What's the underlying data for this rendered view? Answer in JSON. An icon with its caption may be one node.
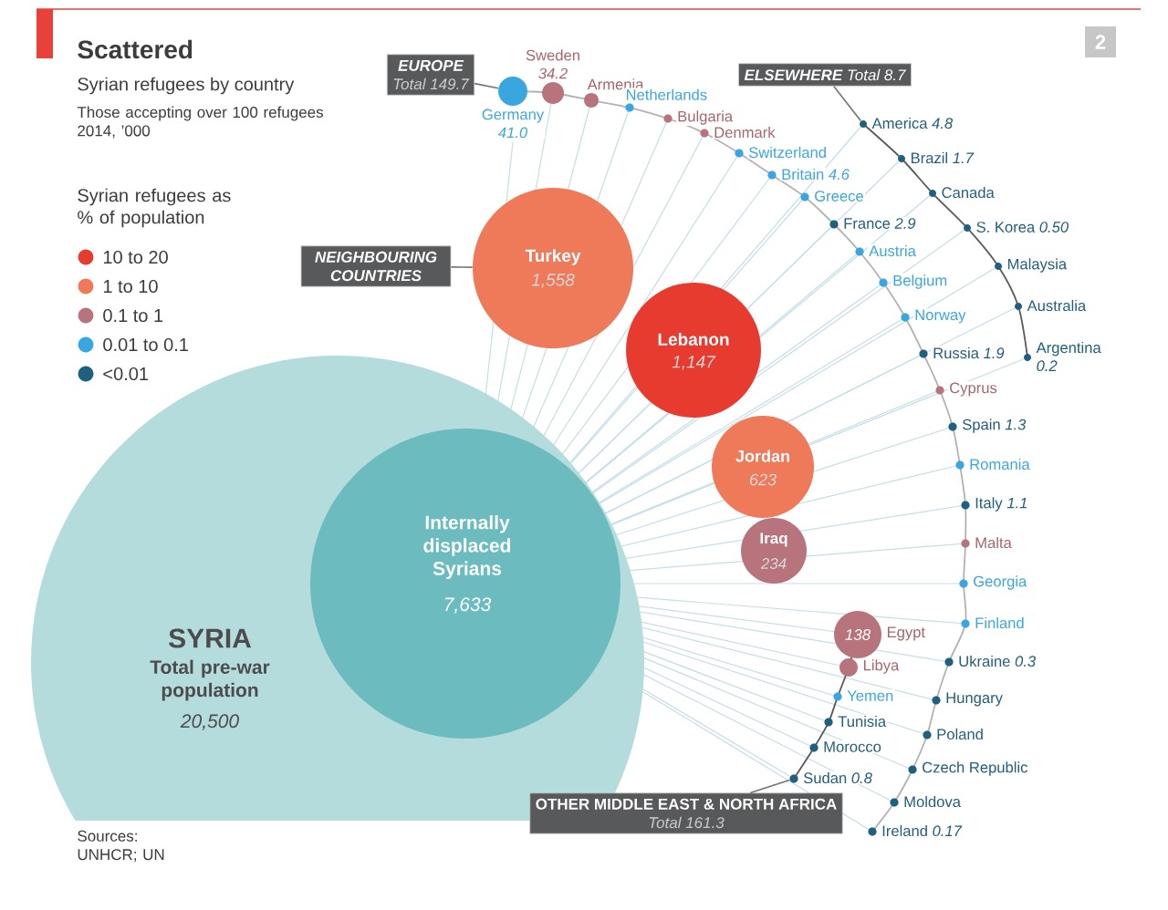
{
  "diagram": {
    "title": "Scattered",
    "nodes": [
      {
        "text": [
          "SYRIA",
          "Total pre-war population",
          "20,500"
        ]
      },
      {
        "text": [
          "Internally displaced Syrians",
          "7,633"
        ],
        "in": 0
      },
      {
        "text": [
          "EUROPE",
          "Total 149.7"
        ]
      },
      {
        "text": [
          "NEIGHBOURING COUNTRIES"
        ]
      },
      {
        "text": [
          "**ELSEWHERE** Total 8.7"
        ]
      },
      {
        "text": [
          "OTHER MIDDLE EAST & NORTH AFRICA",
          "Total 161.3"
        ]
      },
      {
        "text": [
          "2"
        ]
      },
      {
        "text": [
          "Turkey",
          "1,558"
        ]
      },
      {
        "text": [
          "Lebanon",
          "1,147"
        ]
      },
      {
        "text": [
          "Jordan",
          "623"
        ]
      },
      {
        "text": [
          "Iraq",
          "234"
        ]
      },
      {
        "text": [],
        "shape": "circle",
        "beside": [
          "Germany",
          "41.0"
        ]
      },
      {
        "text": [],
        "shape": "circle",
        "beside": [
          "Sweden",
          "34.2"
        ]
      },
      {
        "text": [],
        "shape": "circle",
        "beside": [
          "Armenia"
        ]
      },
      {
        "text": [],
        "shape": "circle",
        "beside": [
          "Netherlands"
        ]
      },
      {
        "text": [],
        "shape": "circle",
        "beside": [
          "Bulgaria"
        ]
      },
      {
        "text": [],
        "shape": "circle",
        "beside": [
          "Denmark"
        ]
      },
      {
        "text": [],
        "shape": "circle",
        "beside": [
          "Switzerland"
        ]
      },
      {
        "text": [],
        "shape": "circle",
        "beside": [
          "Britain *4.6*"
        ]
      },
      {
        "text": [],
        "shape": "circle",
        "beside": [
          "Greece"
        ]
      },
      {
        "text": [],
        "shape": "circle",
        "beside": [
          "France *2.9*"
        ]
      },
      {
        "text": [],
        "shape": "circle",
        "beside": [
          "Austria"
        ]
      },
      {
        "text": [],
        "shape": "circle",
        "beside": [
          "Belgium"
        ]
      },
      {
        "text": [],
        "shape": "circle",
        "beside": [
          "Norway"
        ]
      },
      {
        "text": [],
        "shape": "circle",
        "beside": [
          "Russia *1.9*"
        ]
      },
      {
        "text": [],
        "shape": "circle",
        "beside": [
          "Cyprus"
        ]
      },
      {
        "text": [],
        "shape": "circle",
        "beside": [
          "Spain *1.3*"
        ]
      },
      {
        "text": [],
        "shape": "circle",
        "beside": [
          "Romania"
        ]
      },
      {
        "text": [],
        "shape": "circle",
        "beside": [
          "Italy *1.1*"
        ]
      },
      {
        "text": [],
        "shape": "circle",
        "beside": [
          "Malta"
        ]
      },
      {
        "text": [],
        "shape": "circle",
        "beside": [
          "Georgia"
        ]
      },
      {
        "text": [],
        "shape": "circle",
        "beside": [
          "Finland"
        ]
      },
      {
        "text": [],
        "shape": "circle",
        "beside": [
          "Ukraine *0.3*"
        ]
      },
      {
        "text": [],
        "shape": "circle",
        "beside": [
          "Hungary"
        ]
      },
      {
        "text": [],
        "shape": "circle",
        "beside": [
          "Poland"
        ]
      },
      {
        "text": [],
        "shape": "circle",
        "beside": [
          "Czech Republic"
        ]
      },
      {
        "text": [],
        "shape": "circle",
        "beside": [
          "Moldova"
        ]
      },
      {
        "text": [],
        "shape": "circle",
        "beside": [
          "Ireland *0.17*"
        ]
      },
      {
        "text": [],
        "shape": "circle",
        "beside": [
          "America *4.8*"
        ]
      },
      {
        "text": [],
        "shape": "circle",
        "beside": [
          "Brazil *1.7*"
        ]
      },
      {
        "text": [],
        "shape": "circle",
        "beside": [
          "Canada"
        ]
      },
      {
        "text": [],
        "shape": "circle",
        "beside": [
          "S. Korea *0.50*"
        ]
      },
      {
        "text": [],
        "shape": "circle",
        "beside": [
          "Malaysia"
        ]
      },
      {
        "text": [],
        "shape": "circle",
        "beside": [
          "Australia"
        ]
      },
      {
        "text": [],
        "shape": "circle",
        "beside": [
          "Argentina",
          "0.2"
        ]
      },
      {
        "text": [
          "138"
        ],
        "beside": [
          "Egypt"
        ]
      },
      {
        "text": [],
        "shape": "circle",
        "beside": [
          "Libya"
        ]
      },
      {
        "text": [],
        "shape": "circle",
        "beside": [
          "Yemen"
        ]
      },
      {
        "text": [],
        "shape": "circle",
        "beside": [
          "Tunisia"
        ]
      },
      {
        "text": [],
        "shape": "circle",
        "beside": [
          "Morocco"
        ]
      },
      {
        "text": [],
        "shape": "circle",
        "beside": [
          "Sudan *0.8*"
        ]
      }
    ],
    "edges": [
      {
        "from": 2,
        "to": 11,
        "arrow": "none"
      },
      {
        "from": 3,
        "to": 7,
        "arrow": "none"
      },
      {
        "from": 4,
        "to": 38,
        "arrow": "none"
      },
      {
        "from": 5,
        "to": 50,
        "arrow": "none"
      }
    ],
    "labels": [
      "Syrian refugees by country",
      "Those accepting over 100 refugees 2014, ’000",
      "Syrian refugees as % of population",
      "Sources: UNHCR; UN"
    ],
    "legend": [
      {
        "text": "10 to 20",
        "color": "#e63b2e"
      },
      {
        "text": "1 to 10",
        "color": "#ee7a5a"
      },
      {
        "text": "0.1 to 1",
        "color": "#b8747c"
      },
      {
        "text": "0.01 to 0.1",
        "color": "#3aa6df"
      },
      {
        "text": "<0.01",
        "color": "#1f5f80"
      }
    ]
  }
}
